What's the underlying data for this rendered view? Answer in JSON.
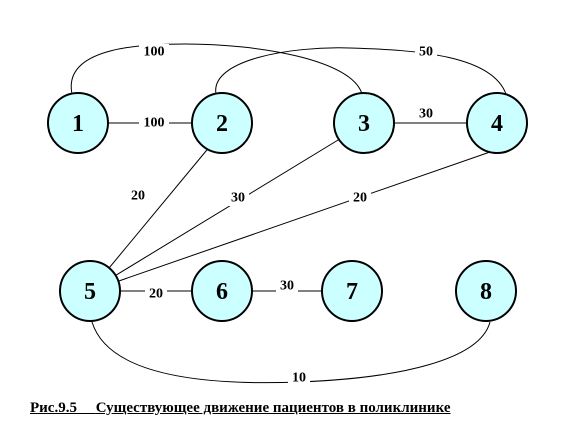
{
  "nodes": [
    {
      "id": "1",
      "label": "1"
    },
    {
      "id": "2",
      "label": "2"
    },
    {
      "id": "3",
      "label": "3"
    },
    {
      "id": "4",
      "label": "4"
    },
    {
      "id": "5",
      "label": "5"
    },
    {
      "id": "6",
      "label": "6"
    },
    {
      "id": "7",
      "label": "7"
    },
    {
      "id": "8",
      "label": "8"
    }
  ],
  "edges": [
    {
      "from": "1",
      "to": "3",
      "weight": "100",
      "style": "arc-top"
    },
    {
      "from": "2",
      "to": "4",
      "weight": "50",
      "style": "arc-top"
    },
    {
      "from": "1",
      "to": "2",
      "weight": "100",
      "style": "straight"
    },
    {
      "from": "3",
      "to": "4",
      "weight": "30",
      "style": "straight"
    },
    {
      "from": "2",
      "to": "5",
      "weight": "20",
      "style": "straight"
    },
    {
      "from": "3",
      "to": "5",
      "weight": "30",
      "style": "straight"
    },
    {
      "from": "4",
      "to": "5",
      "weight": "20",
      "style": "straight"
    },
    {
      "from": "5",
      "to": "6",
      "weight": "20",
      "style": "straight"
    },
    {
      "from": "6",
      "to": "7",
      "weight": "30",
      "style": "straight"
    },
    {
      "from": "5",
      "to": "8",
      "weight": "10",
      "style": "arc-bottom"
    }
  ],
  "colors": {
    "node_fill": "#ccffff",
    "node_stroke": "#000000",
    "edge": "#000000"
  },
  "caption": {
    "figure_label": "Рис.9.5",
    "title": "Существующее движение пациентов в поликлинике"
  }
}
